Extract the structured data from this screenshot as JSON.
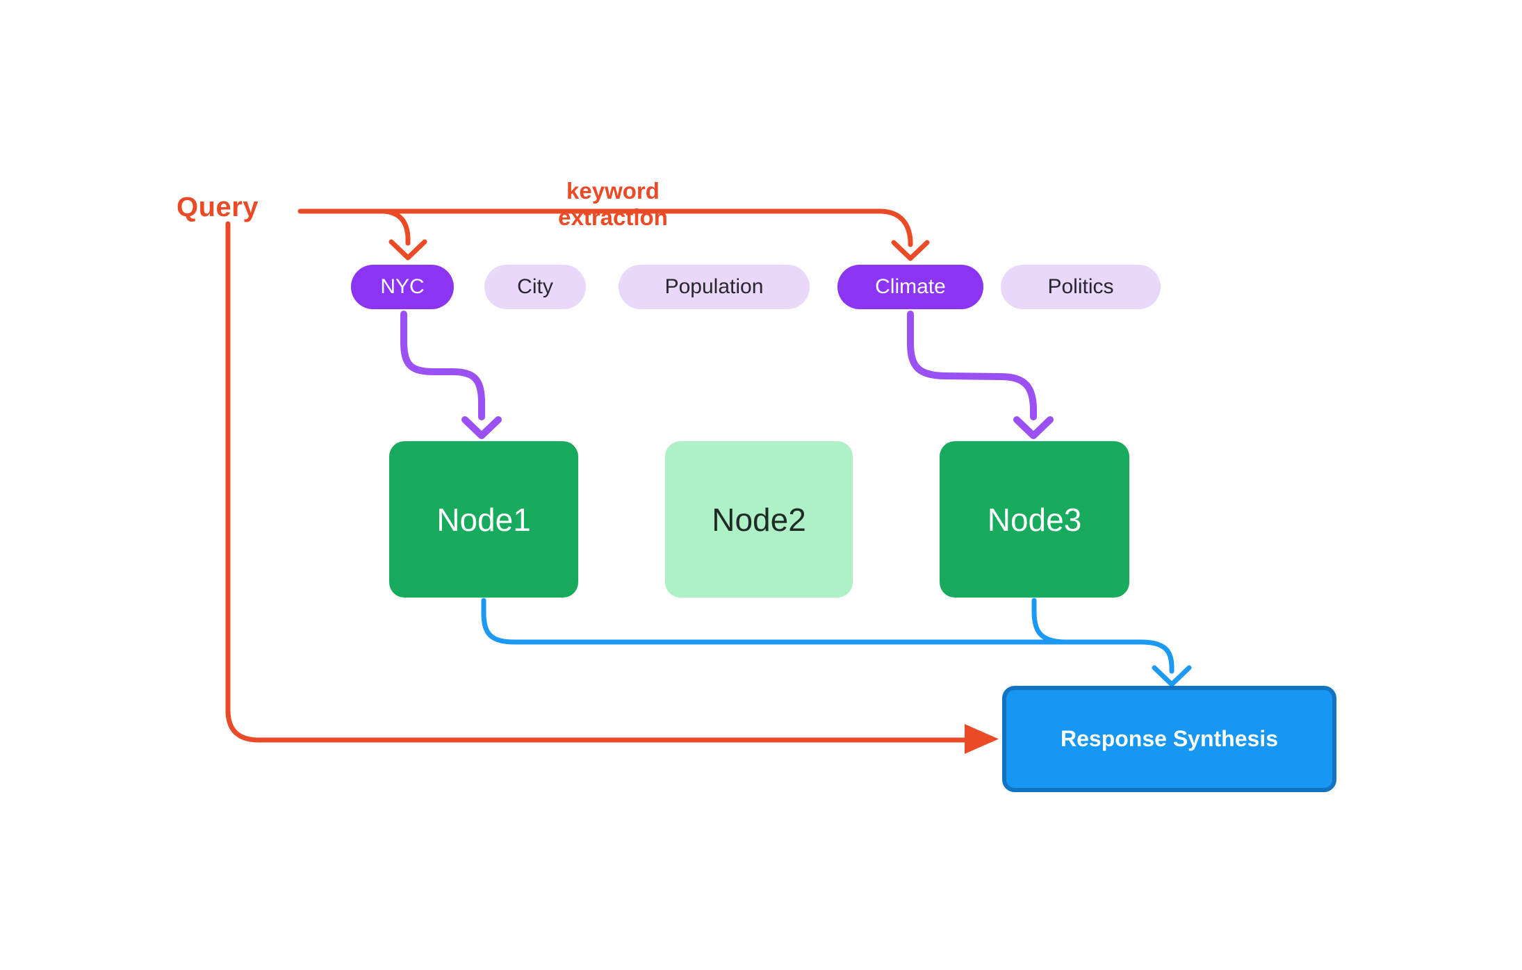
{
  "diagram": {
    "query_label": "Query",
    "edge_label": "keyword extraction",
    "keywords": [
      {
        "label": "NYC",
        "highlighted": true
      },
      {
        "label": "City",
        "highlighted": false
      },
      {
        "label": "Population",
        "highlighted": false
      },
      {
        "label": "Climate",
        "highlighted": true
      },
      {
        "label": "Politics",
        "highlighted": false
      }
    ],
    "nodes": [
      {
        "label": "Node1",
        "highlighted": true
      },
      {
        "label": "Node2",
        "highlighted": false
      },
      {
        "label": "Node3",
        "highlighted": true
      }
    ],
    "synthesis_label": "Response Synthesis",
    "colors": {
      "orange_arrow": "#EB4A26",
      "keyword_pill_active": "#8B34F2",
      "keyword_pill_inactive": "#E9D8FA",
      "purple_arrow": "#9B50F4",
      "node_active": "#18AB5D",
      "node_inactive": "#AFF1C6",
      "blue_arrow": "#1C98F5",
      "synthesis_fill": "#1697F3",
      "synthesis_border": "#1173C2"
    }
  }
}
